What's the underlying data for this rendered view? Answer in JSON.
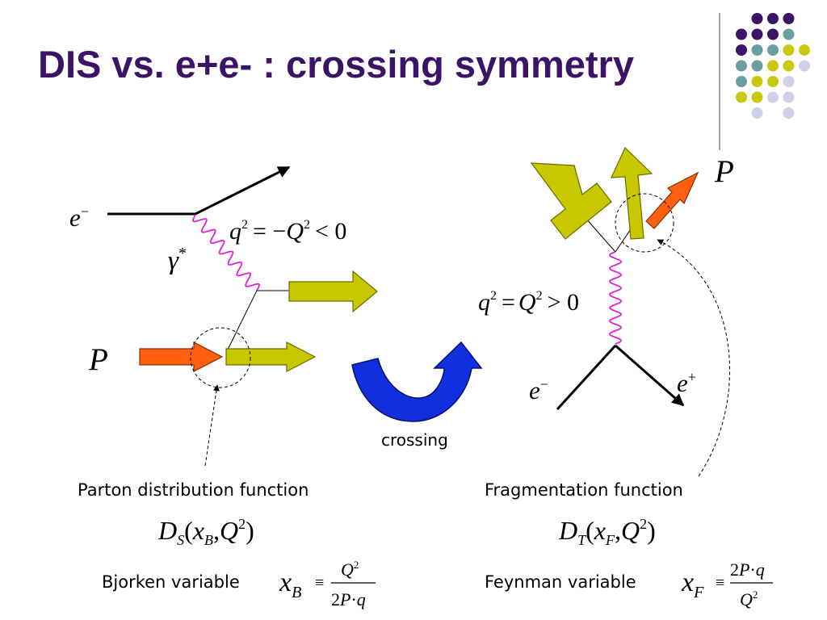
{
  "title": "DIS vs. e+e- : crossing symmetry",
  "colors": {
    "title": "#3b1466",
    "electron_line": "#000000",
    "photon": "#e020e0",
    "parton_arrow": "#c8c800",
    "proton_arrow": "#ff6010",
    "crossing_arrow": "#1030e0",
    "dot_purple": "#3b1466",
    "dot_teal": "#6a9ea0",
    "dot_yellow": "#c8c810",
    "dot_lavender": "#d0d0e8"
  },
  "dis": {
    "electron": "e",
    "electron_sup": "−",
    "photon": "γ",
    "photon_sup": "*",
    "q_q": "q",
    "q_exp1": "2",
    "q_eq": "= −",
    "q_Q": "Q",
    "q_exp2": "2",
    "q_rel": "< 0",
    "proton": "P"
  },
  "ee": {
    "proton": "P",
    "q_q": "q",
    "q_exp1": "2",
    "q_eq": "=",
    "q_Q": "Q",
    "q_exp2": "2",
    "q_rel": "> 0",
    "electron": "e",
    "electron_sup": "−",
    "positron": "e",
    "positron_sup": "+"
  },
  "crossing_label": "crossing",
  "pdf": {
    "caption": "Parton distribution function",
    "D": "D",
    "D_sub": "S",
    "open": "(",
    "x": "x",
    "x_sub": "B",
    "comma": ",",
    "Q": "Q",
    "Q_exp": "2",
    "close": ")"
  },
  "ff": {
    "caption": "Fragmentation function",
    "D": "D",
    "D_sub": "T",
    "open": "(",
    "x": "x",
    "x_sub": "F",
    "comma": ",",
    "Q": "Q",
    "Q_exp": "2",
    "close": ")"
  },
  "bjorken": {
    "label": "Bjorken variable",
    "x": "x",
    "x_sub": "B",
    "equiv": "≡",
    "num_Q": "Q",
    "num_exp": "2",
    "den_2": "2",
    "den_P": "P",
    "den_dot": "·",
    "den_q": "q"
  },
  "feynman": {
    "label": "Feynman variable",
    "x": "x",
    "x_sub": "F",
    "equiv": "≡",
    "num_2": "2",
    "num_P": "P",
    "num_dot": "·",
    "num_q": "q",
    "den_Q": "Q",
    "den_exp": "2"
  }
}
